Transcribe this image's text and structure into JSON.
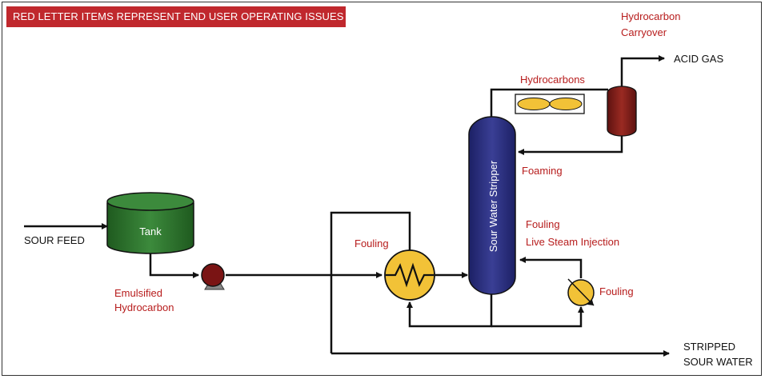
{
  "banner": "RED LETTER ITEMS REPRESENT END USER OPERATING ISSUES",
  "labels": {
    "sour_feed": "SOUR FEED",
    "tank": "Tank",
    "emulsified_1": "Emulsified",
    "emulsified_2": "Hydrocarbon",
    "fouling_exchanger": "Fouling",
    "column": "Sour Water Stripper",
    "hydrocarbons": "Hydrocarbons",
    "hc_carryover_1": "Hydrocarbon",
    "hc_carryover_2": "Carryover",
    "acid_gas": "ACID GAS",
    "foaming": "Foaming",
    "fouling_column": "Fouling",
    "live_steam": "Live Steam Injection",
    "fouling_reboiler": "Fouling",
    "stripped_1": "STRIPPED",
    "stripped_2": "SOUR WATER"
  },
  "colors": {
    "banner": "#c0282d",
    "issue_text": "#b71c1c",
    "tank": "#2e6b2e",
    "column": "#2a2f7a",
    "pump": "#7a1414",
    "exchanger": "#f2c237",
    "drum": "#7a1a14"
  }
}
